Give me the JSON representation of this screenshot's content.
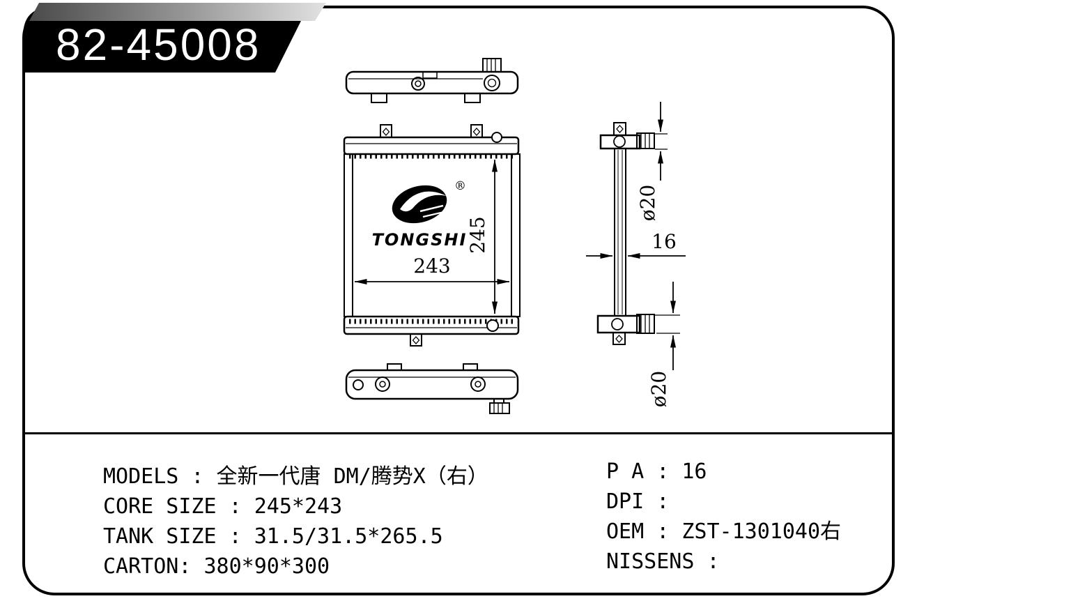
{
  "part_number": "82-45008",
  "logo": {
    "brand": "TONGSHI",
    "registered": "®"
  },
  "dimensions": {
    "core_width": "243",
    "core_height": "245",
    "thickness": "16",
    "top_pipe_diameter": "ø20",
    "bottom_pipe_diameter": "ø20"
  },
  "specs_left": [
    "MODELS : 全新一代唐 DM/腾势X（右）",
    "CORE SIZE : 245*243",
    "TANK SIZE : 31.5/31.5*265.5",
    "CARTON: 380*90*300"
  ],
  "specs_right": [
    "P A : 16",
    "DPI :",
    "OEM : ZST-1301040右",
    "NISSENS :"
  ],
  "colors": {
    "ink": "#000000",
    "background": "#ffffff"
  }
}
